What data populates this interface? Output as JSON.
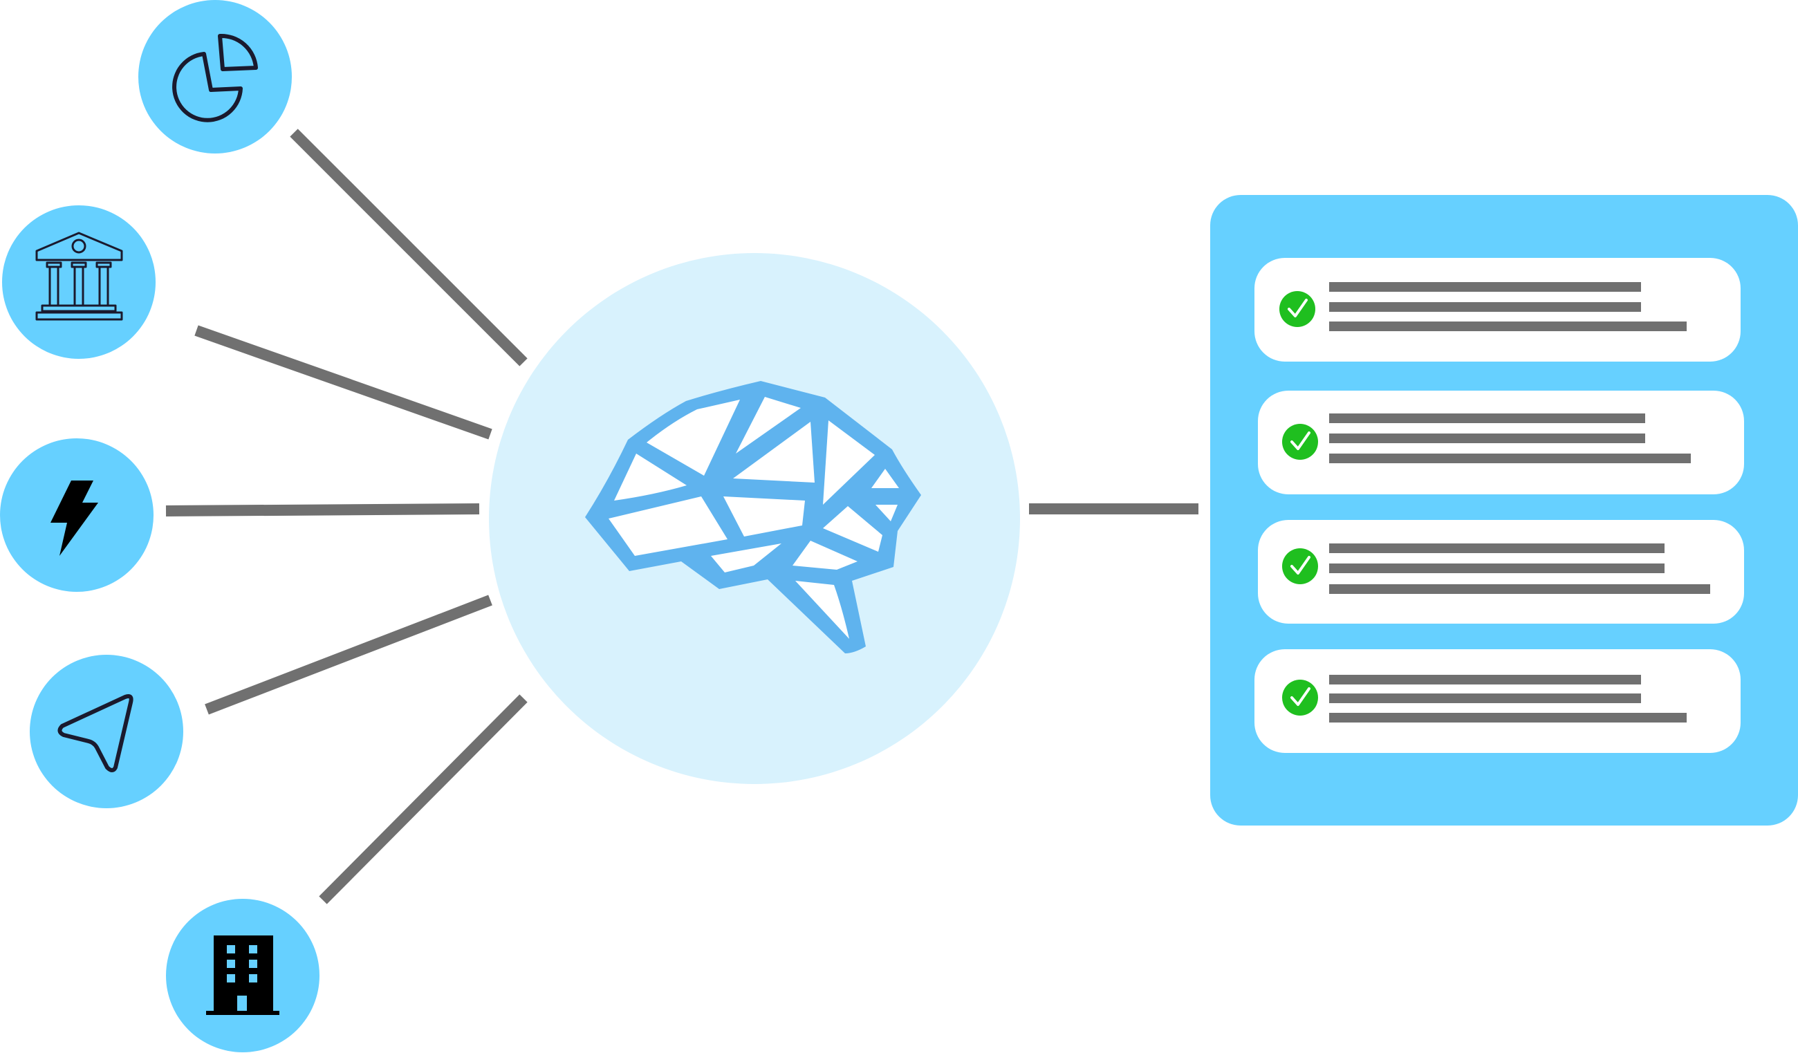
{
  "colors": {
    "source_circle": "#66d0ff",
    "center_circle": "#d8f2fd",
    "panel": "#66d0ff",
    "card": "#ffffff",
    "connector": "#707070",
    "check": "#1fbf1f",
    "brain": "#5fb3ee"
  },
  "sources": [
    {
      "icon": "pie-chart-icon"
    },
    {
      "icon": "bank-building-icon"
    },
    {
      "icon": "lightning-bolt-icon"
    },
    {
      "icon": "navigation-arrow-icon"
    },
    {
      "icon": "office-building-icon"
    }
  ],
  "center": {
    "icon": "brain-icon"
  },
  "results": {
    "cards": [
      {
        "icon": "check-circle-icon",
        "text_lines": 3
      },
      {
        "icon": "check-circle-icon",
        "text_lines": 3
      },
      {
        "icon": "check-circle-icon",
        "text_lines": 3
      },
      {
        "icon": "check-circle-icon",
        "text_lines": 3
      }
    ]
  }
}
